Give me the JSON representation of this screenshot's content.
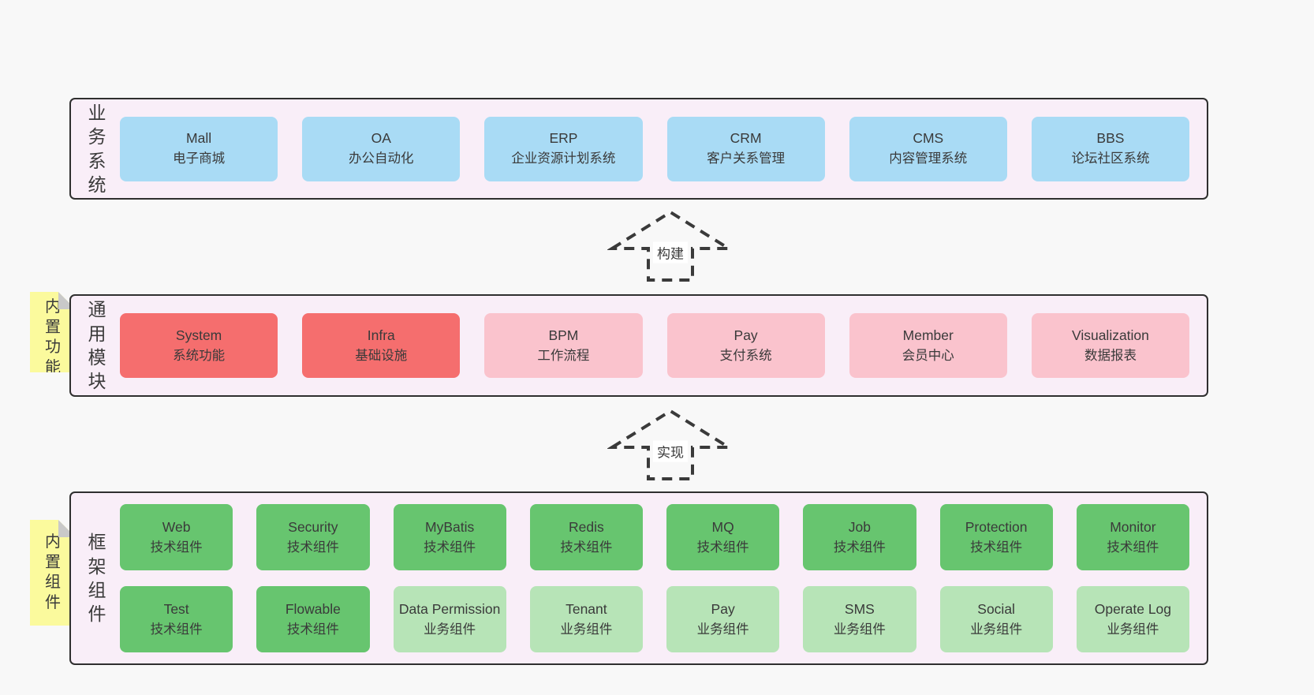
{
  "palette": {
    "page_bg": "#f8f8f8",
    "container_bg": "#f9eef8",
    "container_border": "#2f2f2f",
    "blue": "#a9dbf5",
    "red": "#f56e6e",
    "pink": "#fac3cd",
    "green_dark": "#67c56f",
    "green_light": "#b7e4b7",
    "sticky_yellow": "#fbfa9d",
    "fold_gray": "#c9c9c9",
    "text": "#3a3a3a"
  },
  "arrows": {
    "build": "构建",
    "implement": "实现"
  },
  "sections": {
    "business": {
      "label": "业务系统",
      "items": [
        {
          "name": "Mall",
          "subtitle": "电子商城"
        },
        {
          "name": "OA",
          "subtitle": "办公自动化"
        },
        {
          "name": "ERP",
          "subtitle": "企业资源计划系统"
        },
        {
          "name": "CRM",
          "subtitle": "客户关系管理"
        },
        {
          "name": "CMS",
          "subtitle": "内容管理系统"
        },
        {
          "name": "BBS",
          "subtitle": "论坛社区系统"
        }
      ]
    },
    "modules": {
      "label": "通用模块",
      "sticky": "内置功能",
      "items": [
        {
          "name": "System",
          "subtitle": "系统功能"
        },
        {
          "name": "Infra",
          "subtitle": "基础设施"
        },
        {
          "name": "BPM",
          "subtitle": "工作流程"
        },
        {
          "name": "Pay",
          "subtitle": "支付系统"
        },
        {
          "name": "Member",
          "subtitle": "会员中心"
        },
        {
          "name": "Visualization",
          "subtitle": "数据报表"
        }
      ]
    },
    "components": {
      "label": "框架组件",
      "sticky": "内置组件",
      "rows": [
        {
          "items": [
            {
              "name": "Web",
              "subtitle": "技术组件"
            },
            {
              "name": "Security",
              "subtitle": "技术组件"
            },
            {
              "name": "MyBatis",
              "subtitle": "技术组件"
            },
            {
              "name": "Redis",
              "subtitle": "技术组件"
            },
            {
              "name": "MQ",
              "subtitle": "技术组件"
            },
            {
              "name": "Job",
              "subtitle": "技术组件"
            },
            {
              "name": "Protection",
              "subtitle": "技术组件"
            },
            {
              "name": "Monitor",
              "subtitle": "技术组件"
            }
          ]
        },
        {
          "items": [
            {
              "name": "Test",
              "subtitle": "技术组件"
            },
            {
              "name": "Flowable",
              "subtitle": "技术组件"
            },
            {
              "name": "Data Permission",
              "subtitle": "业务组件"
            },
            {
              "name": "Tenant",
              "subtitle": "业务组件"
            },
            {
              "name": "Pay",
              "subtitle": "业务组件"
            },
            {
              "name": "SMS",
              "subtitle": "业务组件"
            },
            {
              "name": "Social",
              "subtitle": "业务组件"
            },
            {
              "name": "Operate Log",
              "subtitle": "业务组件"
            }
          ]
        }
      ]
    }
  }
}
